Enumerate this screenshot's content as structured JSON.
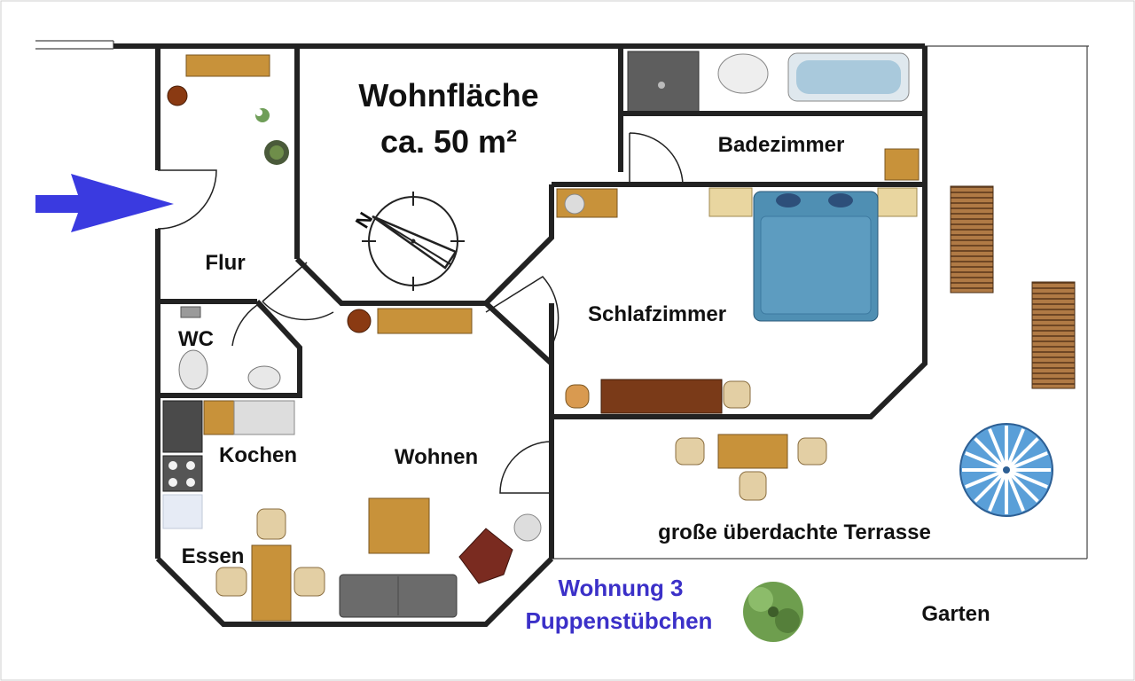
{
  "plan": {
    "area_line1": "Wohnfläche",
    "area_line2": "ca. 50 m²",
    "rooms": {
      "flur": "Flur",
      "wc": "WC",
      "badezimmer": "Badezimmer",
      "schlafzimmer": "Schlafzimmer",
      "kochen": "Kochen",
      "wohnen": "Wohnen",
      "essen": "Essen",
      "terrasse": "große überdachte Terrasse",
      "garten": "Garten"
    },
    "title_line1": "Wohnung 3",
    "title_line2": "Puppenstübchen",
    "compass_letter": "N"
  },
  "colors": {
    "wall": "#222222",
    "entrance_arrow": "#3a3ae0",
    "title": "#3b30c8",
    "bed": "#4f8fb3",
    "wood": "#c8923a",
    "umbrella": "#5a9fd8",
    "sofa": "#6b6b6b",
    "armchair": "#7a2b20"
  }
}
